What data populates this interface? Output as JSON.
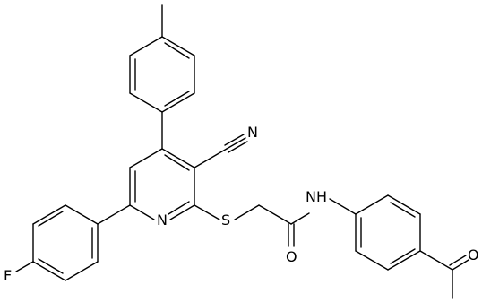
{
  "labels": {
    "fluorine": "F",
    "pyridine_n": "N",
    "sulfur": "S",
    "amide_nh": "NH",
    "amide_o": "O",
    "nitrile_n": "N",
    "ketone_o": "O"
  },
  "colors": {
    "bond": "#000000",
    "background": "#ffffff"
  }
}
